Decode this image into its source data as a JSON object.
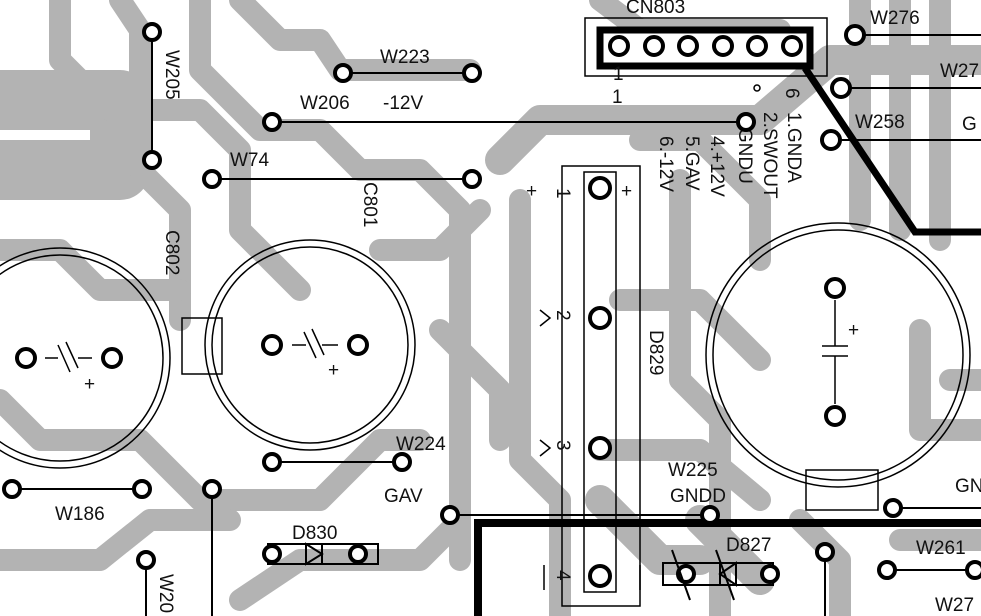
{
  "board": {
    "trace_color": "#b3b3b3",
    "labels": {
      "cn803": "CN803",
      "w276": "W276",
      "w27_top": "W27",
      "w258": "W258",
      "g": "G",
      "w223": "W223",
      "w206": "W206",
      "minus12v": "-12V",
      "w74": "W74",
      "w205": "W205",
      "c801": "C801",
      "c802": "C802",
      "d829": "D829",
      "w224": "W224",
      "gav": "GAV",
      "w225": "W225",
      "gndd": "GNDD",
      "gn": "GN",
      "w186": "W186",
      "d830": "D830",
      "d827": "D827",
      "w261": "W261",
      "w27_bottom": "W27",
      "w20": "W20",
      "cn_pin1_a": "1",
      "cn_pin1_b": "1",
      "cn_pin6": "6"
    },
    "connector_pins": [
      "1.GNDA",
      "2.SWOUT",
      "3.GNDU",
      "4.+12V",
      "5.GAV",
      "6.-12V"
    ],
    "d829_pins": [
      "1",
      "2",
      "3",
      "4"
    ]
  }
}
